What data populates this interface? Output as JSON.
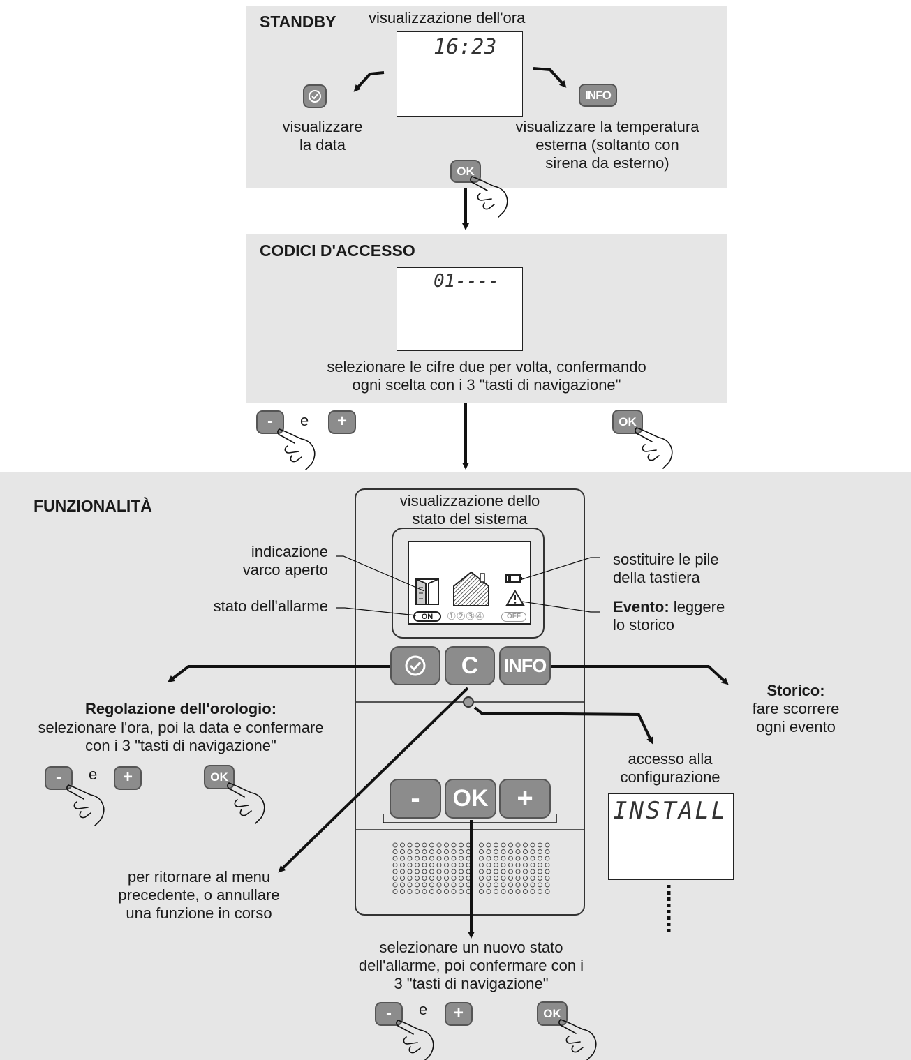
{
  "standby": {
    "heading": "STANDBY",
    "subtitle": "visualizzazione dell'ora",
    "lcd_time": "16:23",
    "left_caption": [
      "visualizzare",
      "la data"
    ],
    "right_caption": [
      "visualizzare la temperatura",
      "esterna (soltanto con",
      "sirena da esterno)"
    ],
    "info_key": "INFO",
    "ok_key": "OK"
  },
  "codici": {
    "heading": "CODICI D'ACCESSO",
    "lcd_code": "01----",
    "caption": [
      "selezionare le cifre due per volta, confermando",
      "ogni scelta con i 3 \"tasti di navigazione\""
    ],
    "minus_key": "-",
    "and_word": "e",
    "plus_key": "+",
    "ok_key": "OK"
  },
  "funzionalita": {
    "heading": "FUNZIONALITÀ",
    "device_caption": [
      "visualizzazione dello",
      "stato del sistema"
    ],
    "varco_label": [
      "indicazione",
      "varco aperto"
    ],
    "allarme_label": "stato dell'allarme",
    "pile_label": [
      "sostituire le pile",
      "della tastiera"
    ],
    "evento_bold": "Evento:",
    "evento_rest": " leggere",
    "evento_line2": "lo storico",
    "lcd_on": "ON",
    "lcd_zones": "①②③④",
    "lcd_off": "OFF",
    "key_c": "C",
    "key_info": "INFO",
    "key_minus": "-",
    "key_ok": "OK",
    "key_plus": "+",
    "orologio_title": "Regolazione dell'orologio:",
    "orologio_text": [
      "selezionare l'ora, poi la data e confermare",
      "con i 3 \"tasti di navigazione\""
    ],
    "storico_title": "Storico:",
    "storico_text": [
      "fare scorrere",
      "ogni evento"
    ],
    "config_text": [
      "accesso alla",
      "configurazione"
    ],
    "install_lcd": "INSTALL",
    "ritorno_text": [
      "per ritornare al menu",
      "precedente, o annullare",
      "una funzione in corso"
    ],
    "stato_text": [
      "selezionare un nuovo stato",
      "dell'allarme, poi confermare con i",
      "3 \"tasti di navigazione\""
    ],
    "and_word": "e"
  }
}
